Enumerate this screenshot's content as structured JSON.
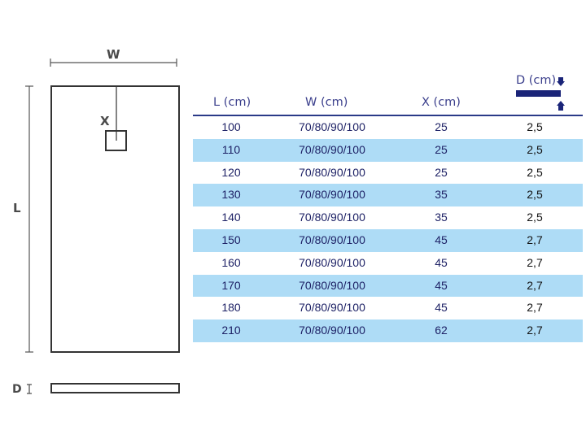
{
  "diagram": {
    "label_w": "W",
    "label_x": "X",
    "label_l": "L",
    "label_d": "D"
  },
  "table": {
    "headers": {
      "l": "L (cm)",
      "w": "W (cm)",
      "x": "X (cm)",
      "d": "D (cm)"
    },
    "rows": [
      {
        "l": "100",
        "w": "70/80/90/100",
        "x": "25",
        "d": "2,5"
      },
      {
        "l": "110",
        "w": "70/80/90/100",
        "x": "25",
        "d": "2,5"
      },
      {
        "l": "120",
        "w": "70/80/90/100",
        "x": "25",
        "d": "2,5"
      },
      {
        "l": "130",
        "w": "70/80/90/100",
        "x": "35",
        "d": "2,5"
      },
      {
        "l": "140",
        "w": "70/80/90/100",
        "x": "35",
        "d": "2,5"
      },
      {
        "l": "150",
        "w": "70/80/90/100",
        "x": "45",
        "d": "2,7"
      },
      {
        "l": "160",
        "w": "70/80/90/100",
        "x": "45",
        "d": "2,7"
      },
      {
        "l": "170",
        "w": "70/80/90/100",
        "x": "45",
        "d": "2,7"
      },
      {
        "l": "180",
        "w": "70/80/90/100",
        "x": "45",
        "d": "2,7"
      },
      {
        "l": "210",
        "w": "70/80/90/100",
        "x": "62",
        "d": "2,7"
      }
    ]
  },
  "colors": {
    "header_text": "#3b3f8c",
    "row_stripe": "#aedcf6",
    "rule": "#2a3a88",
    "d_icon": "#1a2478"
  }
}
